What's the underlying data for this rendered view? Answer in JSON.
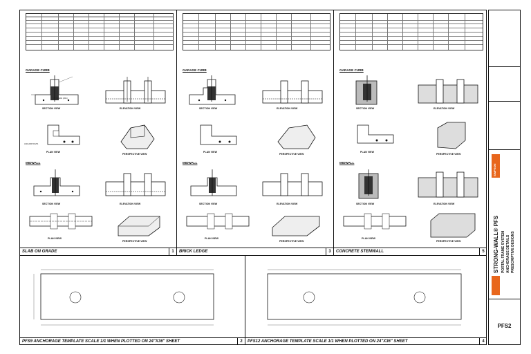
{
  "panels": [
    {
      "caption": "SLAB ON GRADE",
      "number": "1"
    },
    {
      "caption": "BRICK LEDGE",
      "number": "3"
    },
    {
      "caption": "CONCRETE STEMWALL",
      "number": "5"
    }
  ],
  "sections": {
    "garage_curb": "GARAGE CURB",
    "midwall": "MIDWALL"
  },
  "views": {
    "section": "SECTION VIEW",
    "elevation": "ELEVATION VIEW",
    "plan": "PLAN VIEW",
    "perspective": "PERSPECTIVE VIEW"
  },
  "callouts": {
    "anchor_bolts": "ANCHOR BOLTS",
    "min_rebar": "(E) REBAR (MIN.)"
  },
  "templates": [
    {
      "caption": "PFS9 ANCHORAGE TEMPLATE  SCALE 1/1 WHEN PLOTTED ON 24\"X36\" SHEET",
      "number": "2"
    },
    {
      "caption": "PFS12 ANCHORAGE TEMPLATE  SCALE 1/1 WHEN PLOTTED ON 24\"X36\" SHEET",
      "number": "4"
    }
  ],
  "title_block": {
    "product": "STRONG-WALL® PFS",
    "subtitle1": "PORTAL FRAME SYSTEM",
    "subtitle2": "ANCHORAGE DETAILS",
    "subtitle3": "PRESCRIPTIVE DESIGNS",
    "brand": "SIMPSON",
    "brand2": "Strong-Tie",
    "sheet_number": "PFS2"
  }
}
